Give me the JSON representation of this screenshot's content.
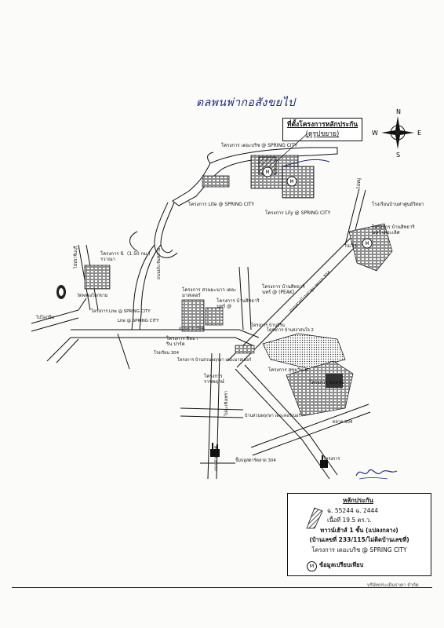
{
  "handwritten_title": "ตลพนพ่ากอสังขยไป",
  "callout": {
    "line1": "ที่ตั้งโครงการหลักประกัน",
    "line2": "(ดูรูปขยาย)"
  },
  "compass": {
    "n": "N",
    "s": "S",
    "e": "E",
    "w": "W"
  },
  "labels": {
    "spring_city_main": "โครงการ เดอะบริช @ SPRING CITY",
    "lite_spring_city": "โครงการ Lite @ SPRING CITY",
    "lily_spring_city": "โครงการ Lily @ SPRING CITY",
    "m_marker": "M",
    "school": "โรงเรียนบ้านท่าศูนย์วิทยา",
    "baan_sittarin": "โครงการ บ้านสิทธารินทร์ เดอะเลิศ",
    "distance": "(1.50 กม.)",
    "nirvana": "โครงการ นิรวาณา",
    "wat": "วัดพลองโคกขาม",
    "lite_spring_city_2": "Lite @ SPRING CITY",
    "savanna": "โครงการ สวนมะนาว เดอะมาสเตอร์",
    "baan_sittarin_2": "โครงการ บ้านสิทธารินทร์ @",
    "peak": "โครงการ บ้านสิทธารินทร์ @ (PEAK)",
    "baan_sirin": "โครงการ บ้านสิริน",
    "sittarin_park": "โครงการ สิทธาริน ปาร์ค",
    "school_304": "โรงเรียน 304",
    "baan_suan_pruksa": "โครงการ บ้านสวนพฤกษา เดอะมาสเตอร์",
    "baan_sangsana": "โครงการ บ้านสง่าสนใจ 2",
    "sukhumvit": "โครงการ สุขุมวิท 8",
    "ratchapruek": "โครงการ ราชพฤกษ์",
    "baan_suan_pruksa_2": "บ้านสวนพฤกษา เดอะคอร์เนอร์",
    "chokchai": "โครงการ ชอคชัย",
    "market_304": "ตลาด 304",
    "gas_304": "ปั๊มบลูสตาร์ตลาด 304",
    "project_bottom": "โครงการ",
    "road_304": "ถนนสาย 304",
    "km": "กม.11",
    "north_road": "ไปหมู่",
    "south_road": "ไปฉะเชิงเทรา",
    "west_road": "ไปโคกปีบ",
    "prachinburi": "ไปปราจีนบุรี",
    "road_prachin": "ถนนประจันตคาม",
    "road_304_2": "ถนนสาย 304",
    "lite2": "โครงการ Lite @ SPRING CITY",
    "road_diag": "ถนนสายบ้านท่าตูม-พนมฯ 304"
  },
  "legend": {
    "title": "หลักประกัน",
    "deed": "ฉ. 55244 ฉ. 2444",
    "area": "เนื้อที่ 19.5 ตร.ว.",
    "building": "ทาวน์เฮ้าส์ 1 ชั้น (แปลงกลาง)",
    "address": "(บ้านเลขที่ 233/115/ไม่ติดบ้านเลขที่)",
    "project": "โครงการ เดอะบริช @ SPRING CITY",
    "marker_label": "ข้อมูลเปรียบเทียบ",
    "marker": "M"
  },
  "stamp": "บริษัทประเมินราคา จำกัด"
}
